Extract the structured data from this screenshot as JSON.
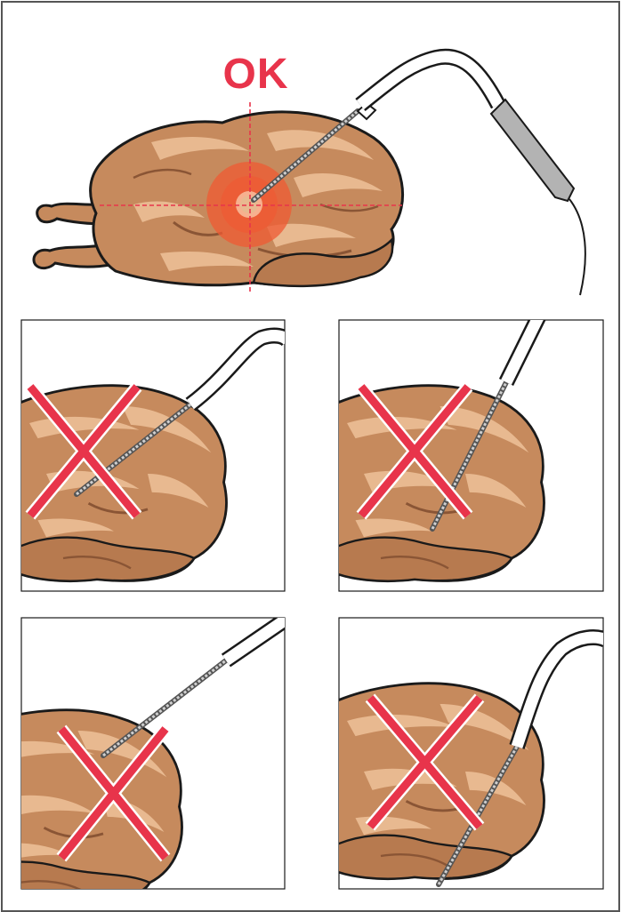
{
  "ok_label": "OK",
  "colors": {
    "frame": "#555555",
    "chicken_body": "#c68a5d",
    "chicken_highlight": "#e8b990",
    "chicken_shadow": "#8a5535",
    "outline": "#1a1a1a",
    "ok_red": "#e8344b",
    "cross_red": "#e8344b",
    "target_orange": "#ef5a33",
    "probe_handle": "#b3b3b3"
  },
  "panels": [
    {
      "name": "correct-center",
      "verdict": "correct"
    },
    {
      "name": "wrong-too-deep",
      "verdict": "incorrect"
    },
    {
      "name": "wrong-touching-bone",
      "verdict": "incorrect"
    },
    {
      "name": "wrong-too-shallow",
      "verdict": "incorrect"
    },
    {
      "name": "wrong-through-meat",
      "verdict": "incorrect"
    }
  ],
  "icons": [
    "roast-chicken-icon",
    "thermometer-probe-icon",
    "target-zone-icon",
    "red-cross-icon"
  ]
}
